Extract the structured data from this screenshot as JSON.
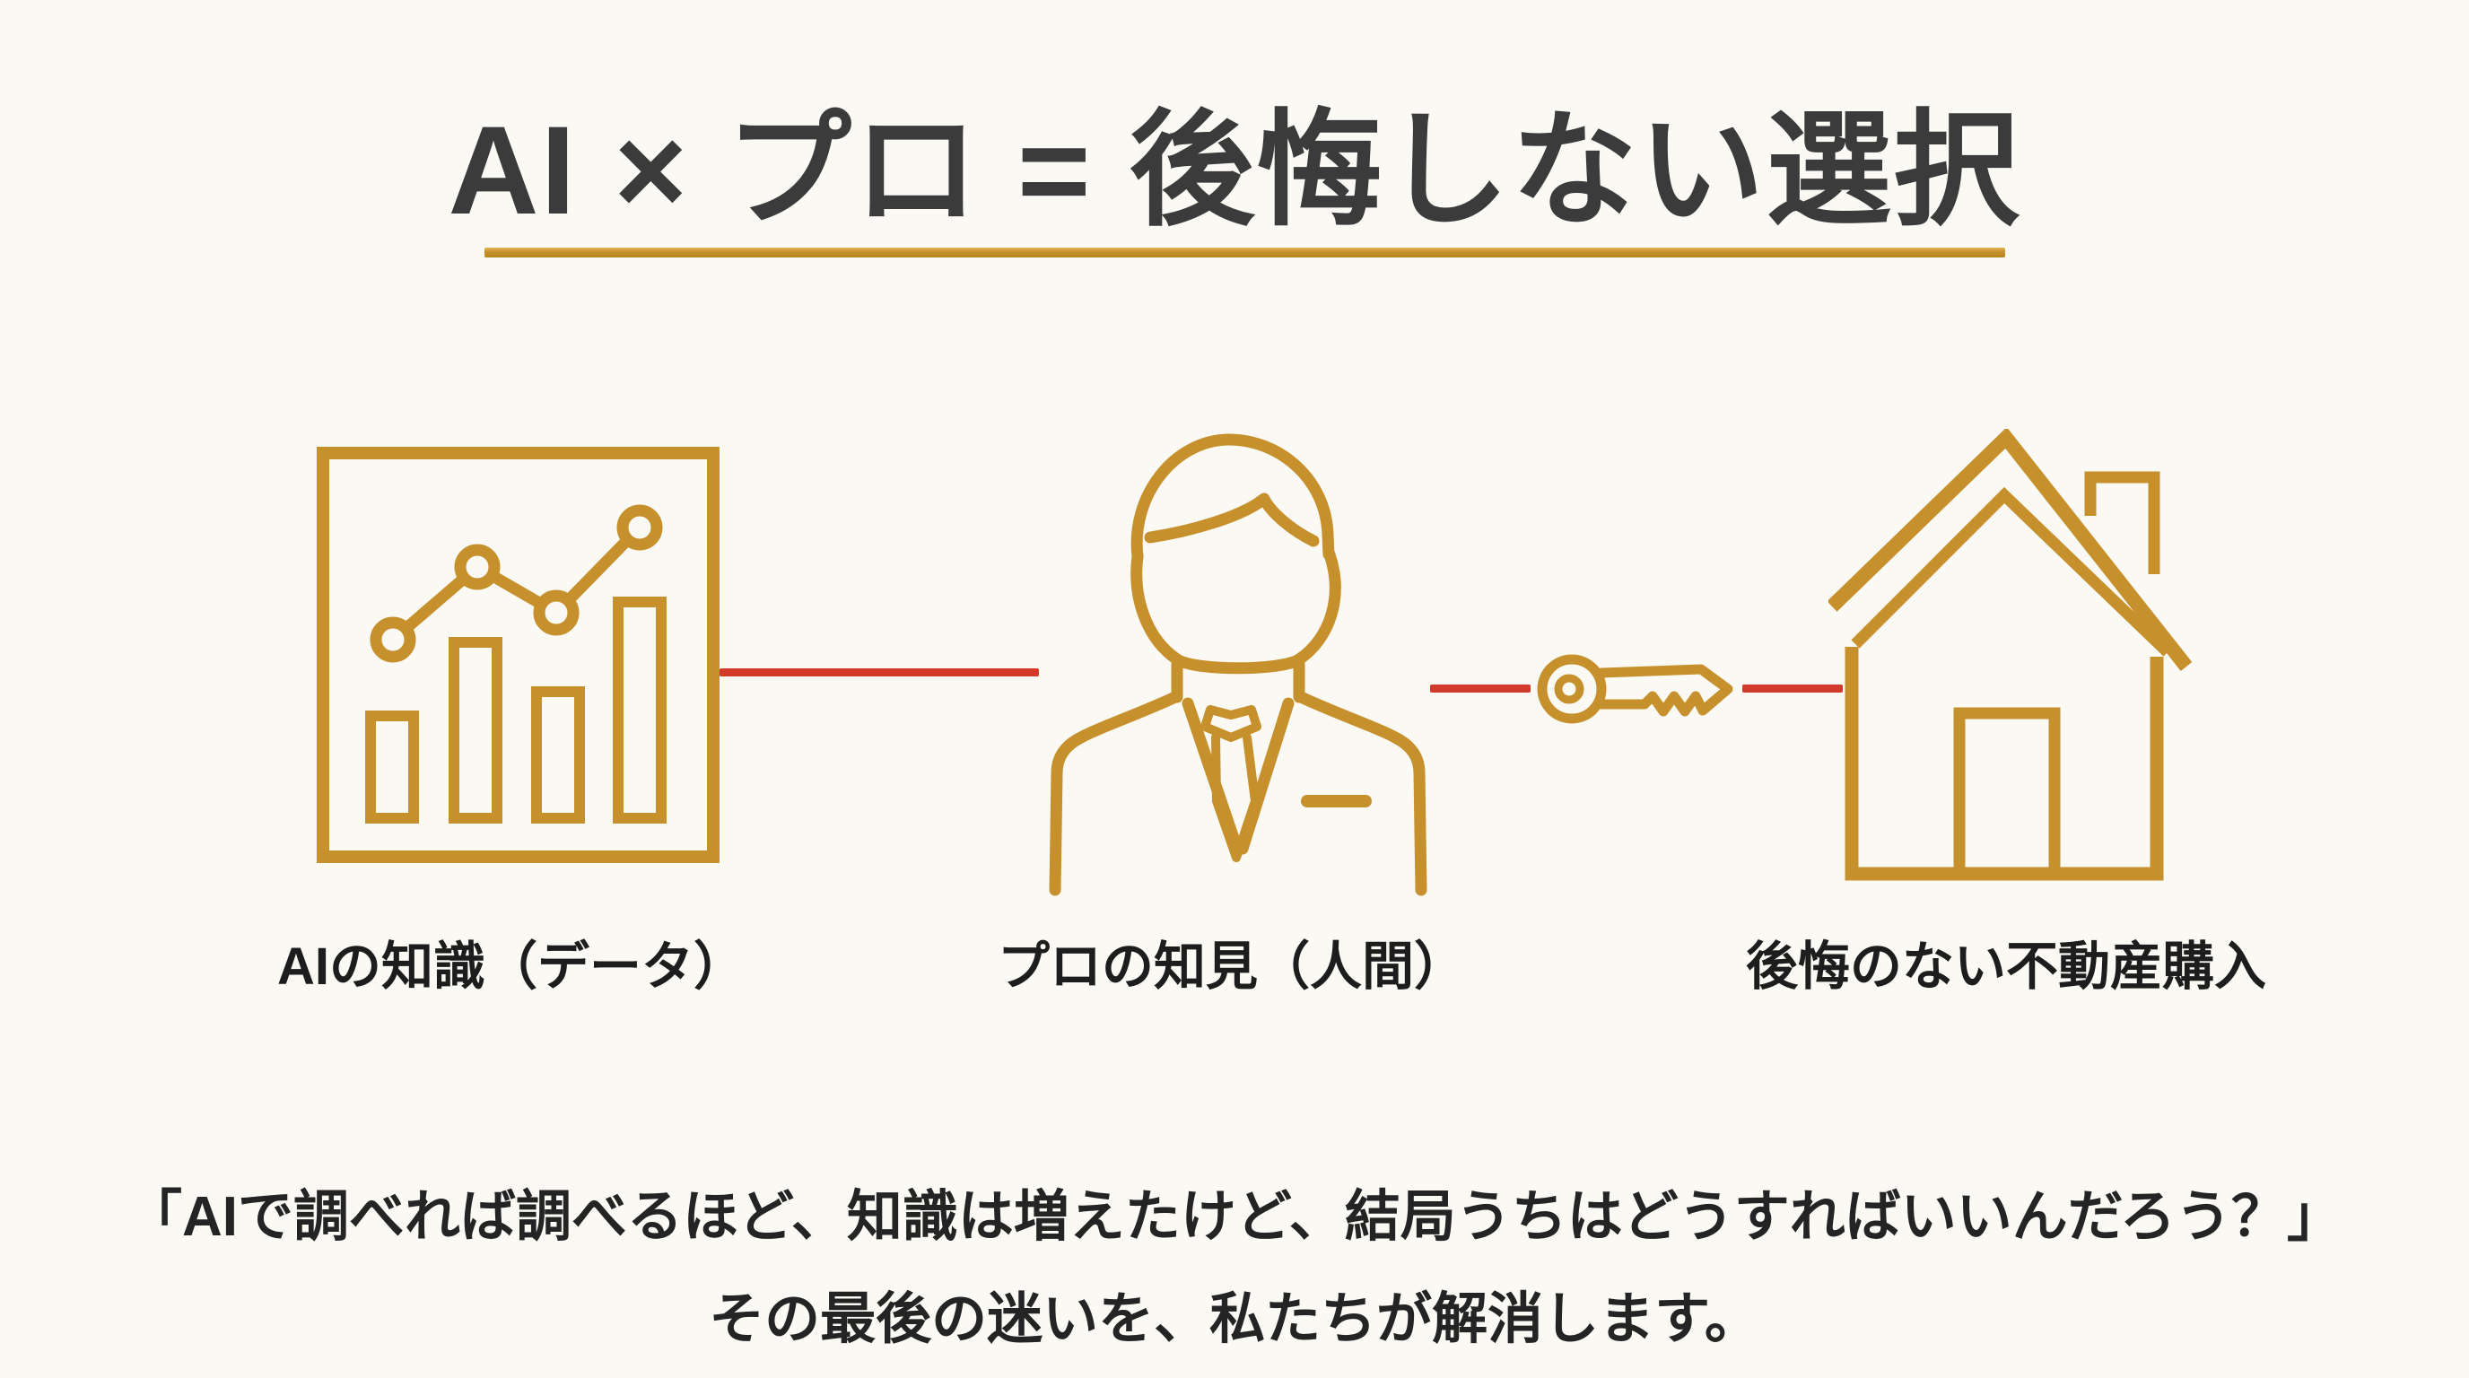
{
  "colors": {
    "page_bg": "#FBF9F4",
    "accent_gold": "#C6912C",
    "connector_red": "#D23A2C",
    "title_color": "#3B3B3B",
    "label_color": "#1D1D1D",
    "text_color": "#242424"
  },
  "header": {
    "title": "AI × プロ = 後悔しない選択"
  },
  "diagram": {
    "items": [
      {
        "icon": "bar-chart-icon",
        "label": "AIの知識（データ）"
      },
      {
        "icon": "professional-person-icon",
        "label": "プロの知見（人間）"
      },
      {
        "icon": "house-icon",
        "label": "後悔のない不動産購入"
      }
    ],
    "connector_icon": "key-icon"
  },
  "footer": {
    "line1": "「AIで調べれば調べるほど、知識は増えたけど、結局うちはどうすればいいんだろう？」",
    "line2": "その最後の迷いを、私たちが解消します。"
  }
}
